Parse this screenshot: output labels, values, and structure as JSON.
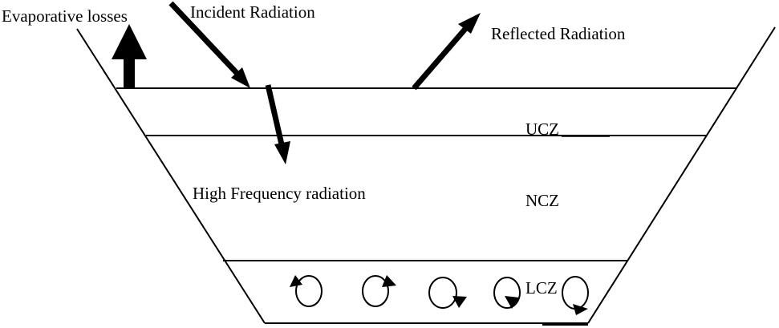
{
  "labels": {
    "evaporative": "Evaporative losses",
    "incident": "Incident Radiation",
    "reflected": "Reflected Radiation",
    "ucz": "UCZ",
    "ncz": "NCZ",
    "lcz": "LCZ",
    "high_freq": "High Frequency radiation"
  },
  "colors": {
    "stroke": "#000000",
    "background": "#ffffff"
  },
  "convection_cells": 5
}
